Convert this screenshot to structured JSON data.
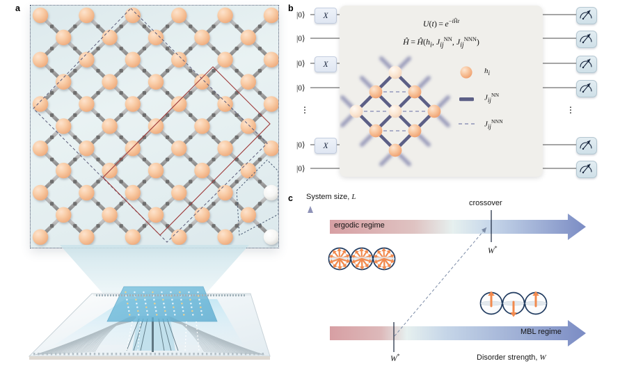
{
  "figure": {
    "panels": [
      {
        "id": "a",
        "letter": "a"
      },
      {
        "id": "b",
        "letter": "b"
      },
      {
        "id": "c",
        "letter": "c"
      }
    ]
  },
  "panel_a": {
    "description": "Schematic of a two-dimensional square lattice of superconducting qubits rotated 45 degrees, above an illustration of the quantum processor chip",
    "lattice": {
      "rows": 11,
      "cols": 11,
      "active_qubit_color": "#f6c6a0",
      "inactive_qubit_color": "#f2f2f0",
      "coupler_color": "#9a9a9a",
      "background_color": "#e2edef",
      "inactive_qubits": 2,
      "region_outlines": [
        {
          "name": "outer-dotted-border",
          "color": "#4a5a73",
          "style": "dotted"
        },
        {
          "name": "large-dashed-diamond",
          "color": "#5a5a78",
          "style": "dashed"
        },
        {
          "name": "red-subregion",
          "color": "#a33b3b",
          "style": "solid"
        },
        {
          "name": "small-dotted-diamond",
          "color": "#4a5a73",
          "style": "dotted"
        }
      ]
    },
    "chip": {
      "label_color": "#7fc6df"
    }
  },
  "panel_b": {
    "qubit_rows": [
      {
        "state": "|0⟩",
        "gate": "X"
      },
      {
        "state": "|0⟩",
        "gate": null
      },
      {
        "state": "|0⟩",
        "gate": "X"
      },
      {
        "state": "|0⟩",
        "gate": null
      },
      {
        "state": "|0⟩",
        "gate": "X"
      },
      {
        "state": "|0⟩",
        "gate": null
      }
    ],
    "ellipsis": "⋮",
    "evolution_block": {
      "formula_1": "U(t) = e−iĤt",
      "formula_1_parts": {
        "lhs": "U(t)",
        "eq": "=",
        "base": "e",
        "exp_pre": "−i",
        "exp_h": "Ĥ",
        "exp_t": "t"
      },
      "formula_2_parts": {
        "lhs": "Ĥ",
        "eq": "=",
        "rhs_fn": "Ĥ(",
        "h": "h",
        "h_sub": "i",
        "comma1": ", ",
        "J1": "J",
        "J1_sub": "ij",
        "J1_sup": "NN",
        "comma2": ", ",
        "J2": "J",
        "J2_sub": "ij",
        "J2_sup": "NNN",
        "close": ")"
      },
      "background_color": "#f0efeb"
    },
    "inset_lattice": {
      "nodes": 9,
      "orientation": "diamond",
      "bond_color": "#5c5f86",
      "nnn_style": "dashed"
    },
    "legend": [
      {
        "symbol": "circle",
        "color": "#f6b98f",
        "label_base": "h",
        "label_sub": "i",
        "name": "on-site-field"
      },
      {
        "symbol": "solid-line",
        "color": "#5c5f86",
        "label_base": "J",
        "label_sub": "ij",
        "label_sup": "NN",
        "name": "nearest-neighbour-coupling"
      },
      {
        "symbol": "dashed-line",
        "color": "#8d93b8",
        "label_base": "J",
        "label_sub": "ij",
        "label_sup": "NNN",
        "name": "next-nearest-neighbour-coupling"
      }
    ],
    "measurement_icon": "measurement-gauge",
    "measurement_count": 6
  },
  "panel_c": {
    "y_axis_label_text": "System size, ",
    "y_axis_label_var": "L",
    "x_axis_label_text": "Disorder strength, ",
    "x_axis_label_var": "W",
    "top_band": {
      "label": "ergodic regime",
      "gradient_from": "#dda5a8",
      "gradient_mid": "#e4eef0",
      "gradient_to": "#7e8fc6"
    },
    "bottom_band": {
      "label": "MBL regime",
      "gradient_from": "#dda5a8",
      "gradient_mid": "#e4eef0",
      "gradient_to": "#7e8fc6"
    },
    "crossover_label": "crossover",
    "marker_top": {
      "base": "W",
      "sup": "*"
    },
    "marker_bottom": {
      "base": "W",
      "sup": "*"
    },
    "dashed_trend": {
      "style": "dashed",
      "color": "#7b8ba6",
      "direction": "up-right"
    },
    "bloch_top": {
      "count": 3,
      "arrow_color": "#f28a4e",
      "state": "many-random-directions",
      "name": "ergodic-bloch-spheres"
    },
    "bloch_bottom": {
      "count": 3,
      "arrow_color": "#f28a4e",
      "arrows": [
        "up",
        "down",
        "up"
      ],
      "name": "mbl-bloch-spheres"
    },
    "sphere_outline_color": "#1f3a5f"
  }
}
